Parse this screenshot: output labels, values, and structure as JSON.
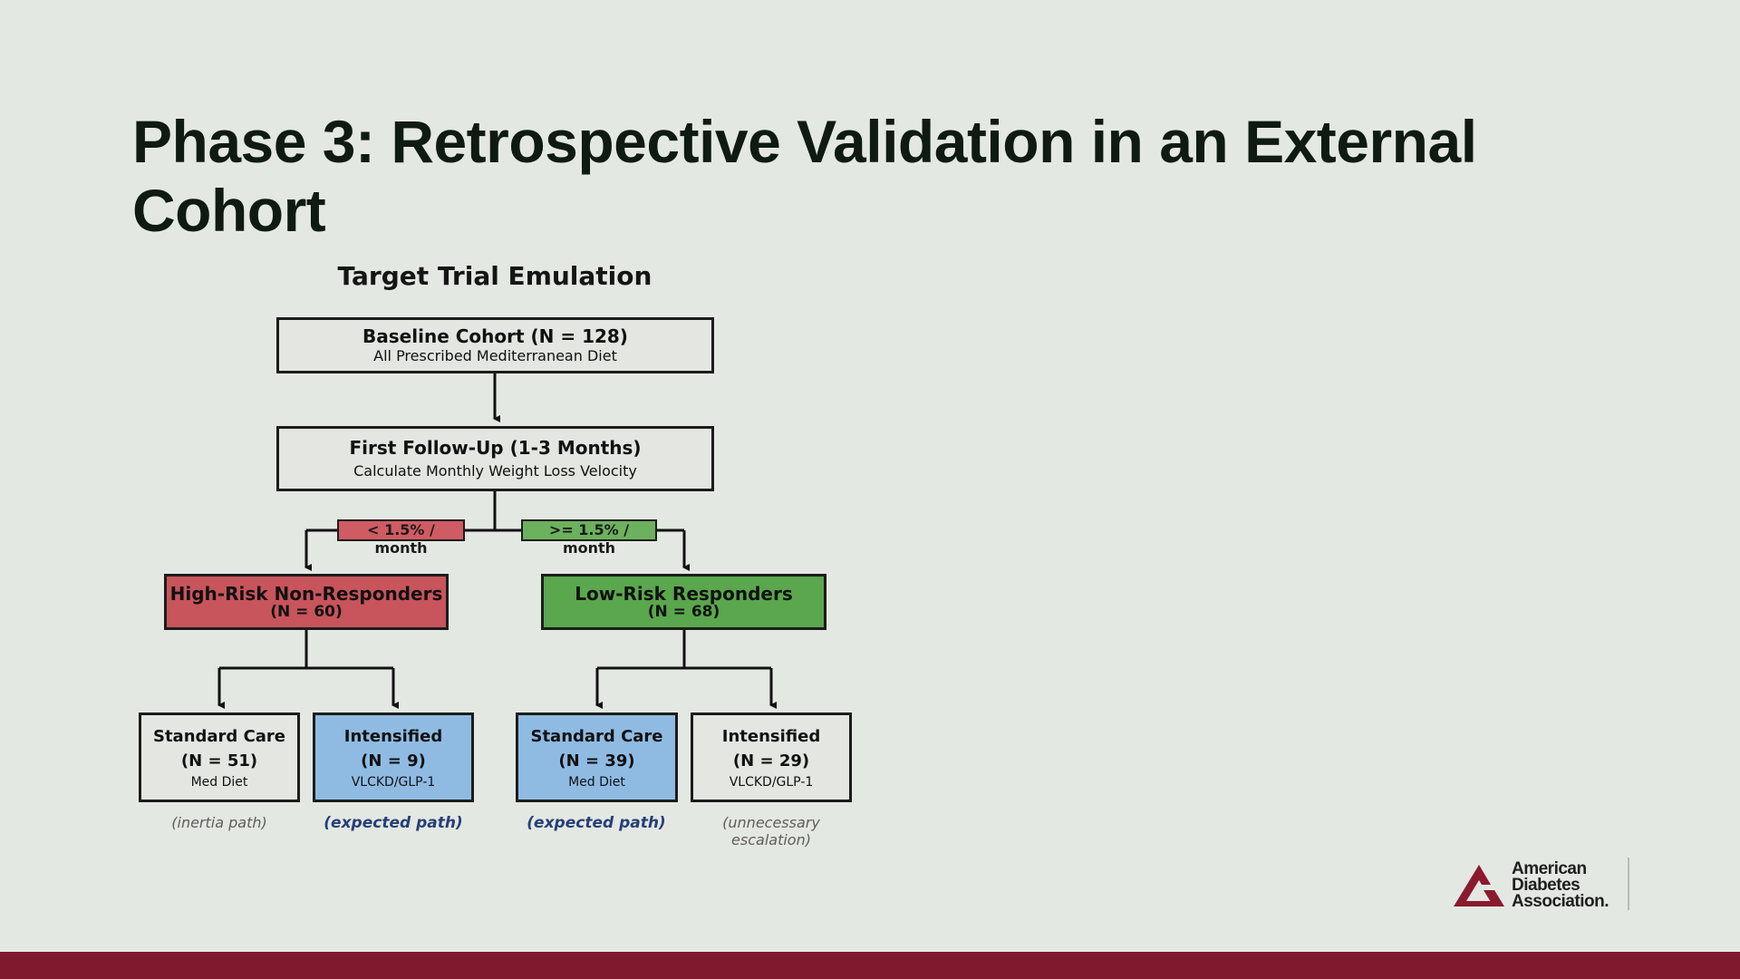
{
  "slide": {
    "title": "Phase 3: Retrospective Validation in an External Cohort"
  },
  "diagram": {
    "title": "Target Trial Emulation",
    "baseline": {
      "heading": "Baseline Cohort (N = 128)",
      "sub": "All Prescribed Mediterranean Diet"
    },
    "followup": {
      "heading": "First Follow-Up (1-3 Months)",
      "sub": "Calculate Monthly Weight Loss Velocity"
    },
    "conditions": {
      "low": "< 1.5% / month",
      "high": ">= 1.5% / month"
    },
    "high_risk": {
      "heading": "High-Risk Non-Responders",
      "n": "(N = 60)"
    },
    "low_risk": {
      "heading": "Low-Risk Responders",
      "n": "(N = 68)"
    },
    "leaves": [
      {
        "title": "Standard Care",
        "n": "(N = 51)",
        "detail": "Med Diet",
        "caption": "(inertia path)"
      },
      {
        "title": "Intensified",
        "n": "(N = 9)",
        "detail": "VLCKD/GLP-1",
        "caption": "(expected path)"
      },
      {
        "title": "Standard Care",
        "n": "(N = 39)",
        "detail": "Med Diet",
        "caption": "(expected path)"
      },
      {
        "title": "Intensified",
        "n": "(N = 29)",
        "detail": "VLCKD/GLP-1",
        "caption": "(unnecessary escalation)"
      }
    ]
  },
  "logo": {
    "line1": "American",
    "line2": "Diabetes",
    "line3": "Association."
  },
  "colors": {
    "red": "#c8545c",
    "green": "#5aa74d",
    "blue": "#8fbbe3",
    "brand": "#8b1a2e"
  }
}
